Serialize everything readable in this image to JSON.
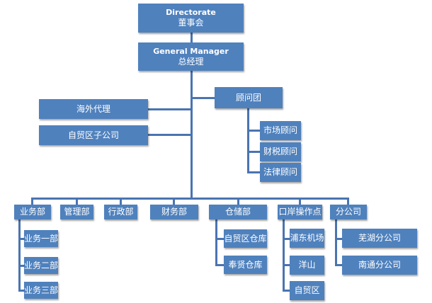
{
  "directorate": {
    "en": "Directorate",
    "zh": "董事会"
  },
  "general_manager": {
    "en": "General Manager",
    "zh": "总经理"
  },
  "overseas_agent": "海外代理",
  "ftz_subsidiary": "自贸区子公司",
  "advisory": {
    "title": "顾问团",
    "members": [
      "市场顾问",
      "财税顾问",
      "法律顾问"
    ]
  },
  "departments": {
    "business": {
      "title": "业务部",
      "children": [
        "业务一部",
        "业务二部",
        "业务三部"
      ]
    },
    "management": {
      "title": "管理部"
    },
    "administration": {
      "title": "行政部"
    },
    "finance": {
      "title": "财务部"
    },
    "warehouse": {
      "title": "仓储部",
      "children": [
        "自贸区仓库",
        "奉贤仓库"
      ]
    },
    "port": {
      "title": "口岸操作点",
      "children": [
        "浦东机场",
        "洋山",
        "自贸区"
      ]
    },
    "branch": {
      "title": "分公司",
      "children": [
        "芜湖分公司",
        "南通分公司"
      ]
    }
  }
}
